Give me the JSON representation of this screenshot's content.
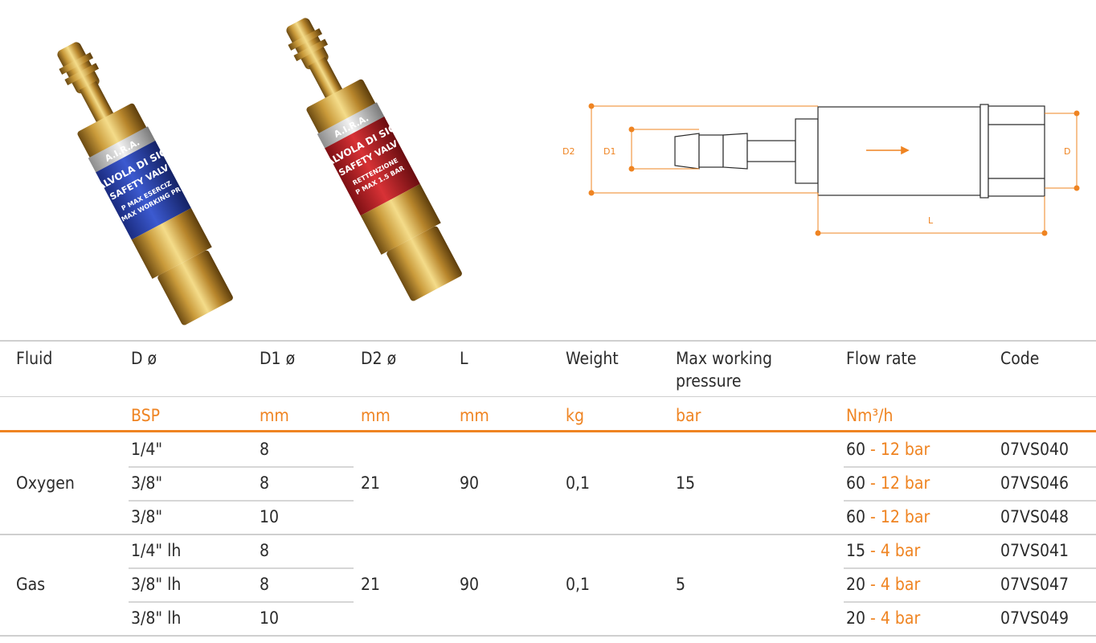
{
  "product_photo": {
    "valves": [
      {
        "color": "#2d47b5",
        "brand": "A.I.R.A.",
        "text_lines": [
          "VALVOLA DI SICU",
          "SAFETY VALV",
          "P MAX ESERCIZ",
          "MAX WORKING PR"
        ]
      },
      {
        "color": "#c9262a",
        "brand": "A.I.R.A.",
        "text_lines": [
          "VALVOLA DI SICU",
          "SAFETY VALV",
          "RETTENZIONE",
          "P MAX 1.5 BAR"
        ]
      }
    ]
  },
  "drawing": {
    "labels": {
      "d2": "D2",
      "d1": "D1",
      "d": "D",
      "l": "L"
    },
    "line_color": "#ef8422"
  },
  "table": {
    "accent_color": "#ef8422",
    "headers": {
      "fluid": "Fluid",
      "d": "D ø",
      "d1": "D1 ø",
      "d2": "D2 ø",
      "l": "L",
      "weight": "Weight",
      "pressure_line1": "Max working",
      "pressure_line2": "pressure",
      "flow": "Flow rate",
      "code": "Code"
    },
    "units": {
      "d": "BSP",
      "d1": "mm",
      "d2": "mm",
      "l": "mm",
      "weight": "kg",
      "pressure": "bar",
      "flow": "Nm³/h"
    },
    "groups": [
      {
        "fluid": "Oxygen",
        "d2": "21",
        "l": "90",
        "weight": "0,1",
        "pressure": "15",
        "rows": [
          {
            "d": "1/4\"",
            "d1": "8",
            "flow_value": "60",
            "flow_pressure": " - 12 bar",
            "code": "07VS040"
          },
          {
            "d": "3/8\"",
            "d1": "8",
            "flow_value": "60",
            "flow_pressure": " - 12 bar",
            "code": "07VS046"
          },
          {
            "d": "3/8\"",
            "d1": "10",
            "flow_value": "60",
            "flow_pressure": " - 12 bar",
            "code": "07VS048"
          }
        ]
      },
      {
        "fluid": "Gas",
        "d2": "21",
        "l": "90",
        "weight": "0,1",
        "pressure": "5",
        "rows": [
          {
            "d": "1/4\" lh",
            "d1": "8",
            "flow_value": "15",
            "flow_pressure": " - 4 bar",
            "code": "07VS041"
          },
          {
            "d": "3/8\" lh",
            "d1": "8",
            "flow_value": "20",
            "flow_pressure": " - 4 bar",
            "code": "07VS047"
          },
          {
            "d": "3/8\" lh",
            "d1": "10",
            "flow_value": "20",
            "flow_pressure": " - 4 bar",
            "code": "07VS049"
          }
        ]
      }
    ]
  }
}
